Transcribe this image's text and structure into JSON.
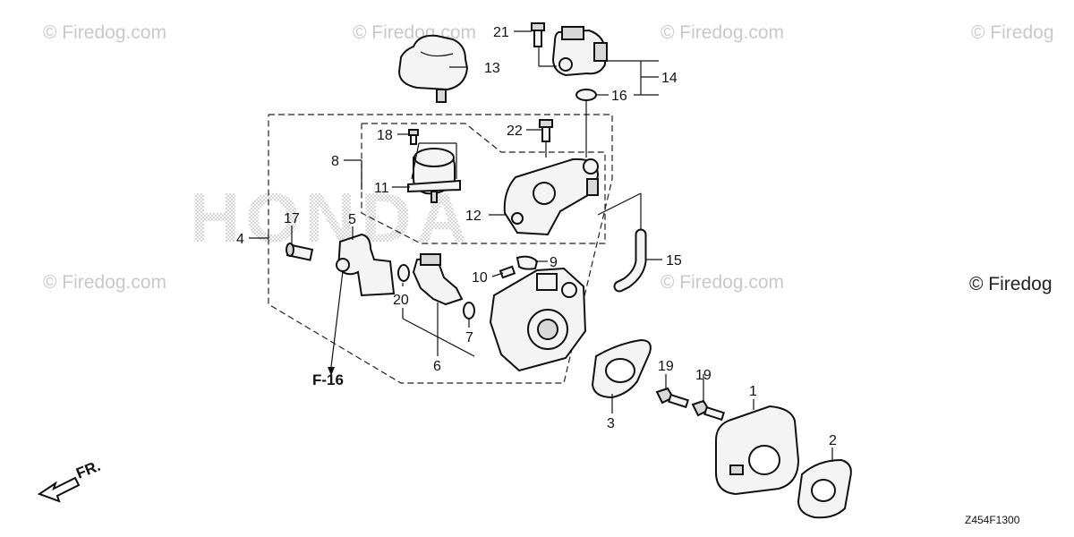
{
  "watermarks": [
    "© Firedog.com",
    "© Firedog.com",
    "© Firedog.com",
    "© Firedog",
    "© Firedog.com",
    "© Firedog.com"
  ],
  "watermark_large": "© Firedog",
  "brand_watermark": "HONDA",
  "callouts": {
    "p1": "1",
    "p2": "2",
    "p3": "3",
    "p4": "4",
    "p5": "5",
    "p6": "6",
    "p7": "7",
    "p8": "8",
    "p9": "9",
    "p10": "10",
    "p11": "11",
    "p12": "12",
    "p13": "13",
    "p14": "14",
    "p15": "15",
    "p16": "16",
    "p17": "17",
    "p18": "18",
    "p19a": "19",
    "p19b": "19",
    "p20": "20",
    "p21": "21",
    "p22": "22"
  },
  "reference": "F-16",
  "front_arrow_label": "FR.",
  "drawing_code": "Z454F1300",
  "colors": {
    "line": "#111111",
    "watermark": "#c9c9c9",
    "background": "#ffffff"
  }
}
